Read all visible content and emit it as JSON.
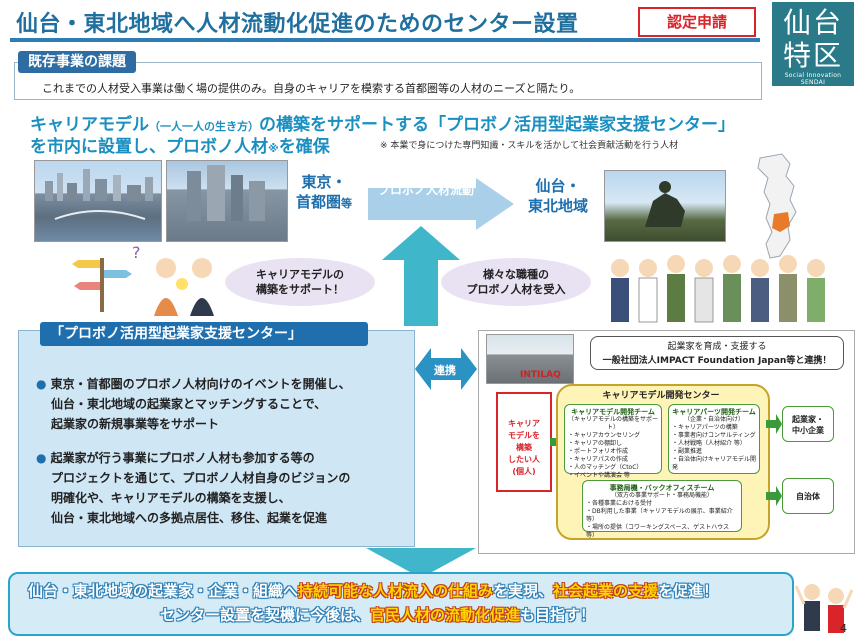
{
  "header": {
    "title": "仙台・東北地域へ人材流動化促進のためのセンター設置",
    "badge": "認定申請",
    "logo_line1": "仙台",
    "logo_line2": "特区",
    "logo_sub": "Social Innovation SENDAI"
  },
  "issue": {
    "heading": "既存事業の課題",
    "text": "これまでの人材受入事業は働く場の提供のみ。自身のキャリアを模索する首都圏等の人材のニーズと隔たり。"
  },
  "headline": {
    "line1_a": "キャリアモデル",
    "line1_small": "（一人一人の生き方）",
    "line1_b": "の構築をサポートする「プロボノ活用型起業家支援センター」",
    "line2_a": "を市内に設置し、プロボノ人材",
    "line2_small": "※",
    "line2_b": "を確保",
    "note": "※ 本業で身につけた専門知識・スキルを活かして社会貢献活動を行う人材"
  },
  "flow": {
    "from_line1": "東京・",
    "from_line2": "首都圏",
    "from_suffix": "等",
    "arrow_label": "プロボノ人材流動",
    "to_line1": "仙台・",
    "to_line2": "東北地域"
  },
  "ovals": {
    "left_line1": "キャリアモデルの",
    "left_line2": "構築をサポート！",
    "right_line1": "様々な職種の",
    "right_line2": "プロボノ人材を受入"
  },
  "center": {
    "title": "「プロボノ活用型起業家支援センター」",
    "bullet1": [
      "東京・首都圏のプロボノ人材向けのイベントを開催し、",
      "仙台・東北地域の起業家とマッチングすることで、",
      "起業家の新規事業等をサポート"
    ],
    "bullet2": [
      "起業家が行う事業にプロボノ人材も参加する等の",
      "プロジェクトを通じて、プロボノ人材自身のビジョンの",
      "明確化や、キャリアモデルの構築を支援し、",
      "仙台・東北地域への多拠点居住、移住、起業を促進"
    ],
    "link_label": "連携"
  },
  "diagram": {
    "intilaq": "INTILAQ",
    "callout_line1": "起業家を育成・支援する",
    "callout_line2": "一般社団法人IMPACT Foundation Japan等と連携！",
    "seeker": [
      "キャリア",
      "モデルを",
      "構築",
      "したい人",
      "(個人)"
    ],
    "devcenter_title": "キャリアモデル開発センター",
    "team1_title": "キャリアモデル開発チーム",
    "team1_sub": "（キャリアモデルの構築をサポート）",
    "team1_items": [
      "・キャリアカウンセリング",
      "・キャリアの棚卸し",
      "・ポートフォリオ作成",
      "・キャリアパスの作成",
      "・人のマッチング（CtoC）",
      "・イベントや講演会 等"
    ],
    "team2_title": "キャリアパーツ開発チーム",
    "team2_sub": "（企業・自治体向け）",
    "team2_items": [
      "・キャリアパーツの構築",
      "・事業者向けコンサルティング",
      "・人材戦略（人材紹介 等）",
      "・副業推進",
      "・自治体向けキャリアモデル開発"
    ],
    "team3_title": "事務局機・バックオフィスチーム",
    "team3_sub": "（双方の事業サポート・事務局機能）",
    "team3_items": [
      "・各種事業における受付",
      "・DB利用した事業（キャリアモデルの展示、事業紹介 等）",
      "・場所の提供（コワーキングスペース、ゲストハウス 等）"
    ],
    "sme_line1": "起業家・",
    "sme_line2": "中小企業",
    "gov": "自治体"
  },
  "bottom": {
    "l1_a": "仙台・東北地域の起業家・企業・組織へ",
    "l1_h1": "持続可能な人材流入の仕組み",
    "l1_b": "を実現、",
    "l1_h2": "社会起業の支援",
    "l1_c": "を促進！",
    "l2_a": "センター設置を契機に今後は、",
    "l2_h": "官民人材の流動化促進",
    "l2_b": "も目指す！"
  },
  "page_number": "4"
}
